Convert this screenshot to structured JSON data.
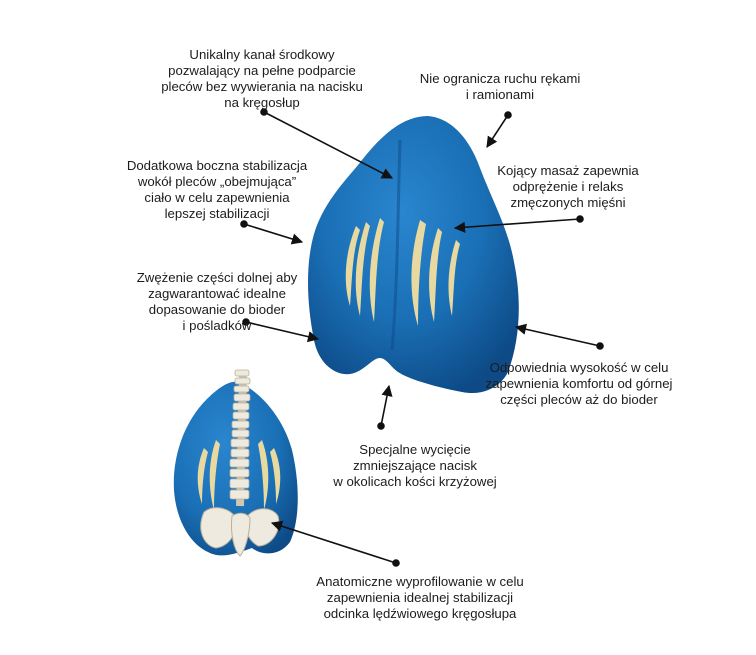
{
  "annotations": {
    "central_channel": [
      "Unikalny kanał środkowy",
      "pozwalający na pełne podparcie",
      "pleców bez wywierania na nacisku",
      "na kręgosłup"
    ],
    "arm_freedom": [
      "Nie ogranicza ruchu rękami",
      "i ramionami"
    ],
    "side_stabilization": [
      "Dodatkowa boczna stabilizacja",
      "wokół pleców „obejmująca”",
      "ciało w celu zapewnienia",
      "lepszej stabilizacji"
    ],
    "massage": [
      "Kojący masaż zapewnia",
      "odprężenie i relaks",
      "zmęczonych mięśni"
    ],
    "lower_narrowing": [
      "Zwężenie części dolnej aby",
      "zagwarantować idealne",
      "dopasowanie do bioder",
      "i pośladków"
    ],
    "height": [
      "Odpowiednia wysokość w celu",
      "zapewnienia komfortu od górnej",
      "części pleców aż do bioder"
    ],
    "sacral_cutout": [
      "Specjalne wycięcie",
      "zmniejszające nacisk",
      "w okolicach kości krzyżowej"
    ],
    "anatomical_profile": [
      "Anatomiczne wyprofilowanie w celu",
      "zapewnienia idealnej stabilizacji",
      "odcinka lędźwiowego kręgosłupa"
    ]
  },
  "colors": {
    "cushion_blue": "#1a6fb5",
    "cushion_dark": "#0f4f8c",
    "ridge_cream": "#e8d9a0",
    "bone": "#eeeadf",
    "arrow": "#111111"
  }
}
